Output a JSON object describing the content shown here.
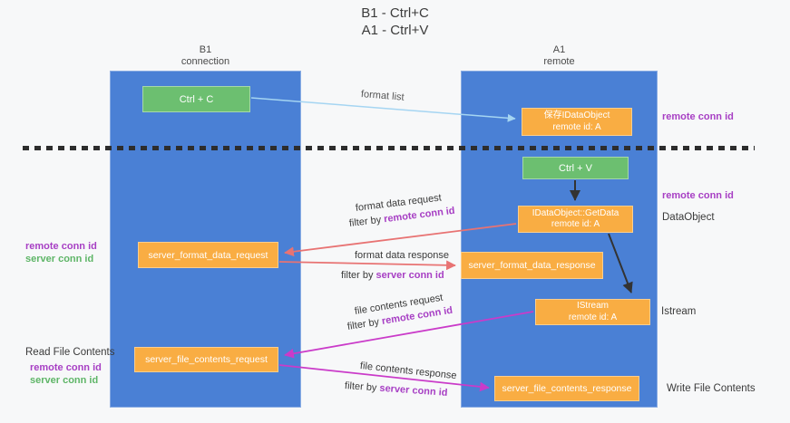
{
  "title": {
    "line1": "B1 - Ctrl+C",
    "line2": "A1 - Ctrl+V"
  },
  "columns": {
    "left": {
      "label": "B1",
      "sublabel": "connection"
    },
    "right": {
      "label": "A1",
      "sublabel": "remote"
    }
  },
  "boxes": {
    "ctrl_c": "Ctrl + C",
    "ctrl_v": "Ctrl + V",
    "save_idataobject": {
      "line1": "保存IDataObject",
      "line2": "remote id: A"
    },
    "getdata": {
      "line1": "IDataObject::GetData",
      "line2": "remote id: A"
    },
    "istream": {
      "line1": "IStream",
      "line2": "remote id: A"
    },
    "format_request": "server_format_data_request",
    "format_response": "server_format_data_response",
    "file_request": "server_file_contents_request",
    "file_response": "server_file_contents_response"
  },
  "arrow_labels": {
    "format_list": "format list",
    "format_data_request": "format data request",
    "filter_remote_1": {
      "prefix": "filter by ",
      "highlight": "remote conn id"
    },
    "format_data_response": "format data response",
    "filter_server_1": {
      "prefix": "filter by ",
      "highlight": "server conn id"
    },
    "file_contents_request": "file contents request",
    "filter_remote_2": {
      "prefix": "filter by ",
      "highlight": "remote conn id"
    },
    "file_contents_response": "file contents response",
    "filter_server_2": {
      "prefix": "filter by ",
      "highlight": "server conn id"
    }
  },
  "side_labels": {
    "right_top_remote": "remote conn id",
    "right_mid_remote": "remote conn id",
    "dataobject": "DataObject",
    "istream": "Istream",
    "write_file": "Write File Contents",
    "read_file": "Read File Contents",
    "left_remote_format": "remote conn id",
    "left_server_format": "server conn id",
    "left_remote_file": "remote conn id",
    "left_server_file": "server conn id"
  },
  "colors": {
    "blue": "#4a80d5",
    "green": "#6cbf70",
    "orange": "#f9ad43",
    "red_arrow": "#e87373",
    "magenta_arrow": "#ca3bc9",
    "light_blue_arrow": "#a5d5f2",
    "purple_text": "#a73fc4",
    "green_text": "#5eb567",
    "dashed_line": "#2d2d2d"
  }
}
